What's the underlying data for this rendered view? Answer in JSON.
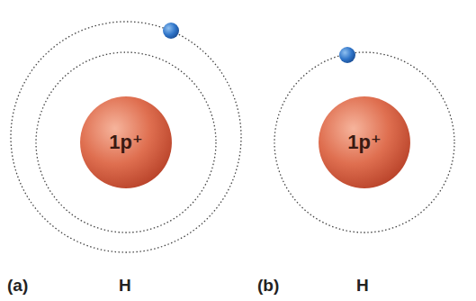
{
  "diagram": {
    "nodes": [
      {
        "text": [
          "1p⁺"
        ]
      },
      {
        "text": [
          "1p⁺"
        ]
      }
    ],
    "labels": [
      "(a)",
      "H",
      "(b)",
      "H"
    ]
  }
}
